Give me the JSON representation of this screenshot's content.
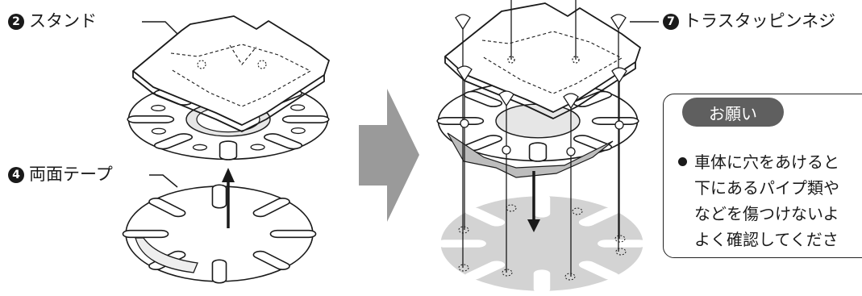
{
  "labels": {
    "stand": {
      "num": "2",
      "text": "スタンド"
    },
    "tape": {
      "num": "4",
      "text": "両面テープ"
    },
    "screw": {
      "num": "7",
      "text": "トラスタッピンネジ"
    }
  },
  "note": {
    "tag": "お願い",
    "lines": [
      "車体に穴をあけると",
      "下にあるパイプ類や",
      "などを傷つけないよ",
      "よく確認してくださ"
    ]
  },
  "colors": {
    "arrow_fill": "#9a9a9a",
    "tape_fill": "#d3d3d3",
    "shadow_fill": "#bdbdbd",
    "ink": "#1a1a1a"
  }
}
